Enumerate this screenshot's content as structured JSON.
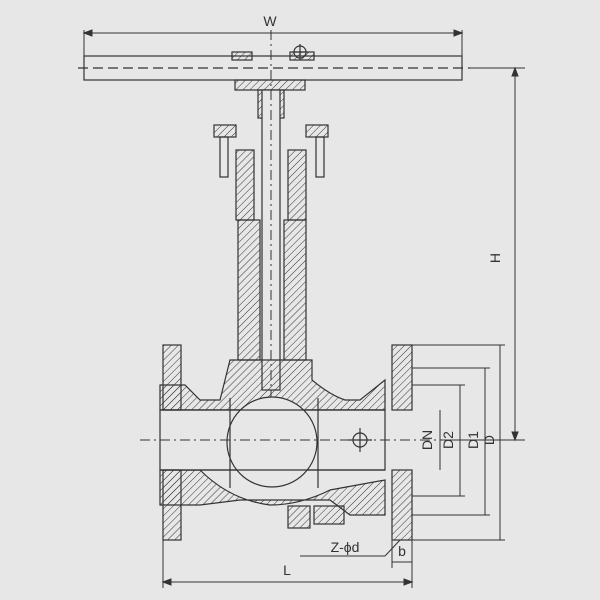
{
  "dimensions": {
    "width": "W",
    "height": "H",
    "length": "L",
    "nominal_diameter": "DN",
    "diameter_2": "D2",
    "diameter_1": "D1",
    "flange_diameter": "D",
    "flange_thickness": "b",
    "bolt_holes": "Z-ϕd"
  },
  "colors": {
    "background": "#e7e7e7",
    "line": "#333333"
  }
}
